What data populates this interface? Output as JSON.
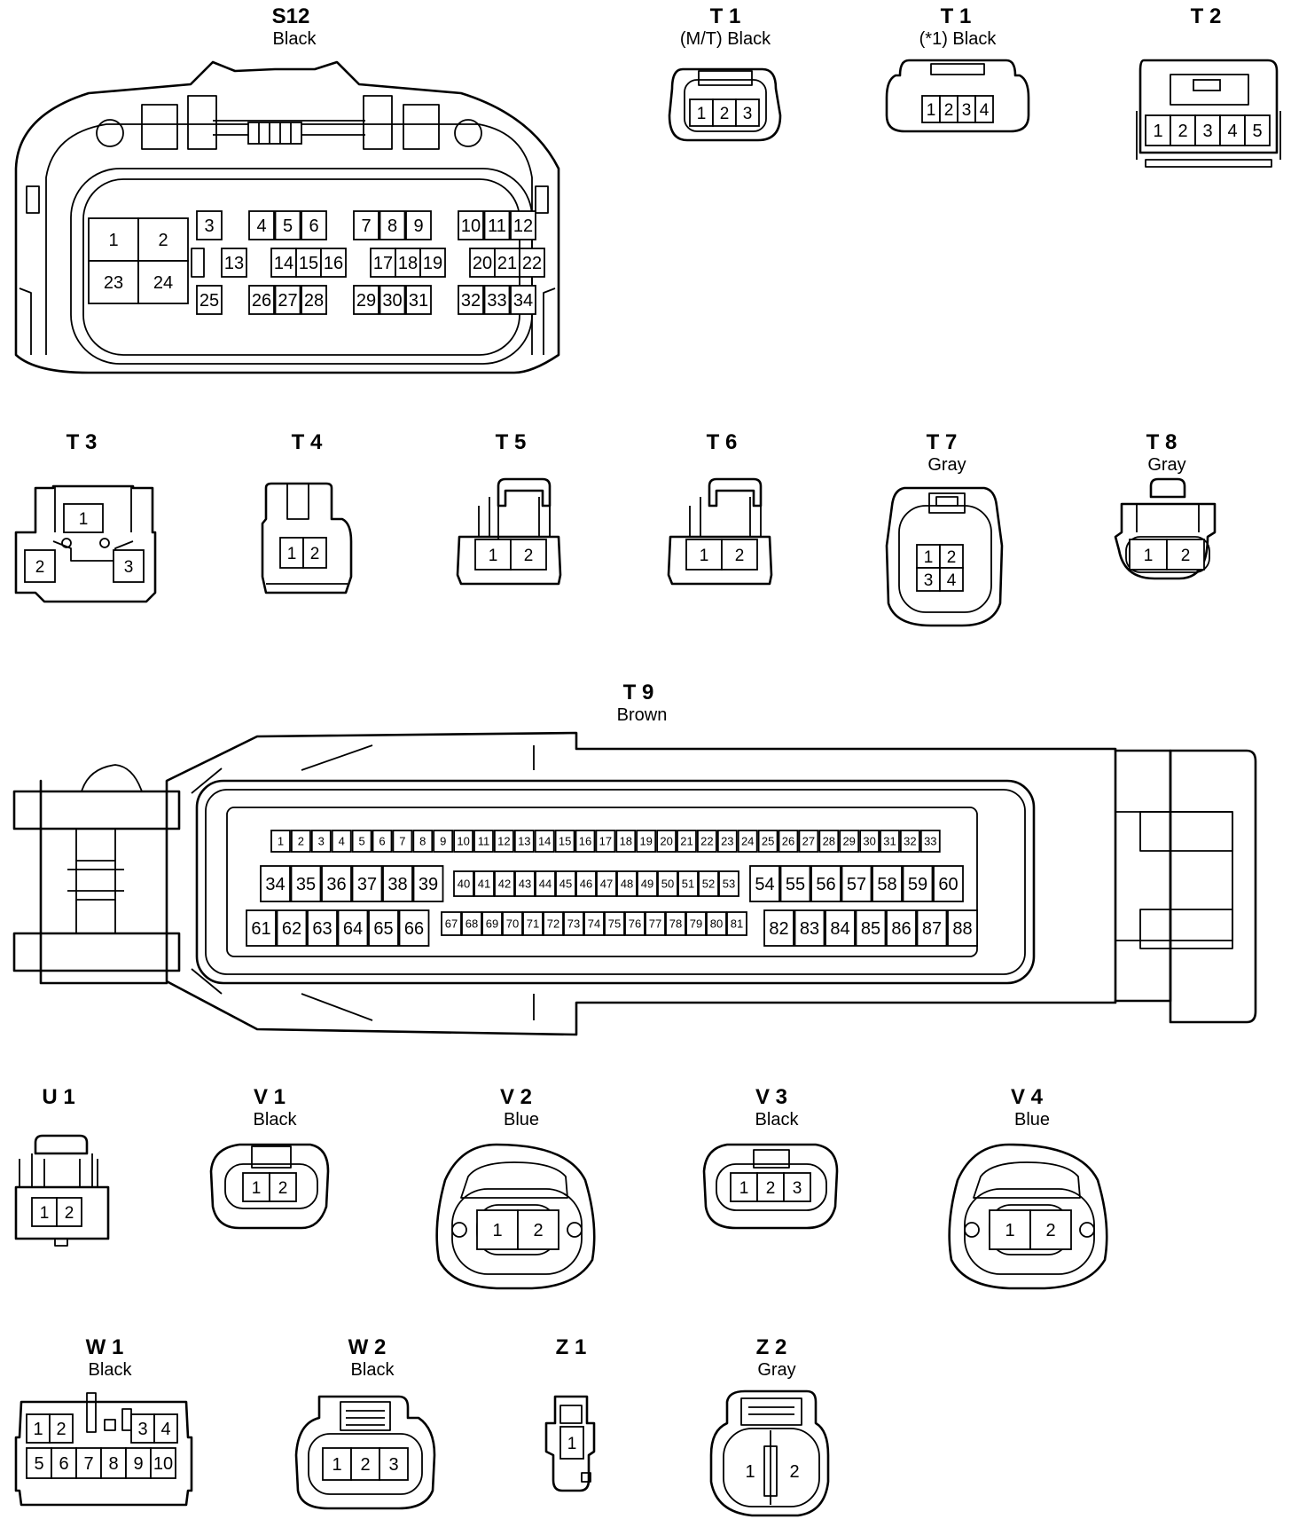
{
  "connectors": [
    {
      "id": "S12",
      "code": "S12",
      "color_label": "Black",
      "pins_top": [
        "1",
        "2"
      ],
      "pins_bottom": [
        "23",
        "24"
      ],
      "rows": [
        [
          "3",
          "",
          "4",
          "5",
          "6",
          "",
          "7",
          "8",
          "9",
          "",
          "10",
          "11",
          "12"
        ],
        [
          "",
          "13",
          "",
          "14",
          "15",
          "16",
          "",
          "17",
          "18",
          "19",
          "",
          "20",
          "21",
          "22"
        ],
        [
          "25",
          "",
          "26",
          "27",
          "28",
          "",
          "29",
          "30",
          "31",
          "",
          "32",
          "33",
          "34"
        ]
      ]
    },
    {
      "id": "T1a",
      "code": "T 1",
      "color_label": "(M/T)  Black",
      "pins": [
        "1",
        "2",
        "3"
      ]
    },
    {
      "id": "T1b",
      "code": "T 1",
      "color_label": "(*1)  Black",
      "pins": [
        "1",
        "2",
        "3",
        "4"
      ]
    },
    {
      "id": "T2",
      "code": "T 2",
      "color_label": "",
      "pins": [
        "1",
        "2",
        "3",
        "4",
        "5"
      ]
    },
    {
      "id": "T3",
      "code": "T 3",
      "color_label": "",
      "pins": [
        "1",
        "2",
        "3"
      ]
    },
    {
      "id": "T4",
      "code": "T 4",
      "color_label": "",
      "pins": [
        "1",
        "2"
      ]
    },
    {
      "id": "T5",
      "code": "T 5",
      "color_label": "",
      "pins": [
        "1",
        "2"
      ]
    },
    {
      "id": "T6",
      "code": "T 6",
      "color_label": "",
      "pins": [
        "1",
        "2"
      ]
    },
    {
      "id": "T7",
      "code": "T 7",
      "color_label": "Gray",
      "pins": [
        "1",
        "2",
        "3",
        "4"
      ]
    },
    {
      "id": "T8",
      "code": "T 8",
      "color_label": "Gray",
      "pins": [
        "1",
        "2"
      ]
    },
    {
      "id": "T9",
      "code": "T 9",
      "color_label": "Brown",
      "row1": [
        "1",
        "2",
        "3",
        "4",
        "5",
        "6",
        "7",
        "8",
        "9",
        "10",
        "11",
        "12",
        "13",
        "14",
        "15",
        "16",
        "17",
        "18",
        "19",
        "20",
        "21",
        "22",
        "23",
        "24",
        "25",
        "26",
        "27",
        "28",
        "29",
        "30",
        "31",
        "32",
        "33"
      ],
      "row2_left": [
        "34",
        "35",
        "36",
        "37",
        "38",
        "39"
      ],
      "row2_mid": [
        "40",
        "41",
        "42",
        "43",
        "44",
        "45",
        "46",
        "47",
        "48",
        "49",
        "50",
        "51",
        "52",
        "53"
      ],
      "row2_right": [
        "54",
        "55",
        "56",
        "57",
        "58",
        "59",
        "60"
      ],
      "row3_left": [
        "61",
        "62",
        "63",
        "64",
        "65",
        "66"
      ],
      "row3_mid": [
        "67",
        "68",
        "69",
        "70",
        "71",
        "72",
        "73",
        "74",
        "75",
        "76",
        "77",
        "78",
        "79",
        "80",
        "81"
      ],
      "row3_right": [
        "82",
        "83",
        "84",
        "85",
        "86",
        "87",
        "88"
      ]
    },
    {
      "id": "U1",
      "code": "U 1",
      "color_label": "",
      "pins": [
        "1",
        "2"
      ]
    },
    {
      "id": "V1",
      "code": "V 1",
      "color_label": "Black",
      "pins": [
        "1",
        "2"
      ]
    },
    {
      "id": "V2",
      "code": "V 2",
      "color_label": "Blue",
      "pins": [
        "1",
        "2"
      ]
    },
    {
      "id": "V3",
      "code": "V 3",
      "color_label": "Black",
      "pins": [
        "1",
        "2",
        "3"
      ]
    },
    {
      "id": "V4",
      "code": "V 4",
      "color_label": "Blue",
      "pins": [
        "1",
        "2"
      ]
    },
    {
      "id": "W1",
      "code": "W 1",
      "color_label": "Black",
      "pins_top": [
        "1",
        "2",
        "3",
        "4"
      ],
      "pins_bottom": [
        "5",
        "6",
        "7",
        "8",
        "9",
        "10"
      ]
    },
    {
      "id": "W2",
      "code": "W 2",
      "color_label": "Black",
      "pins": [
        "1",
        "2",
        "3"
      ]
    },
    {
      "id": "Z1",
      "code": "Z 1",
      "color_label": "",
      "pins": [
        "1"
      ]
    },
    {
      "id": "Z2",
      "code": "Z 2",
      "color_label": "Gray",
      "pins": [
        "1",
        "2"
      ]
    }
  ]
}
